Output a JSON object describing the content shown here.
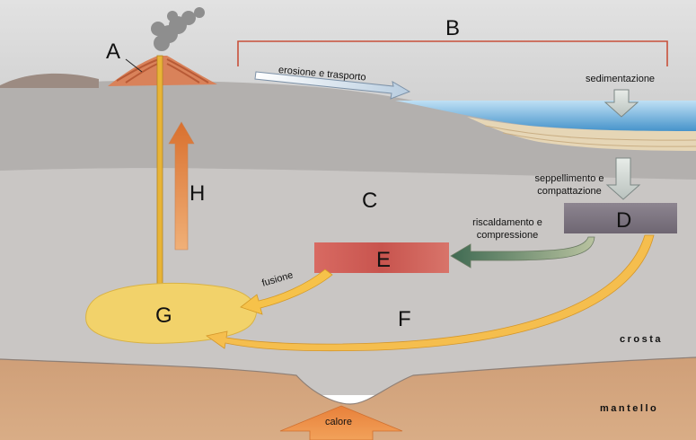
{
  "labels": {
    "A": "A",
    "B": "B",
    "C": "C",
    "D": "D",
    "E": "E",
    "F": "F",
    "G": "G",
    "H": "H"
  },
  "process_text": {
    "erosion": "erosione e trasporto",
    "sedimentation": "sedimentazione",
    "burial_line1": "seppellimento e",
    "burial_line2": "compattazione",
    "heating_line1": "riscaldamento e",
    "heating_line2": "compressione",
    "melting": "fusione",
    "heat": "calore"
  },
  "layers": {
    "crust": "crosta",
    "mantle": "mantello"
  }
}
